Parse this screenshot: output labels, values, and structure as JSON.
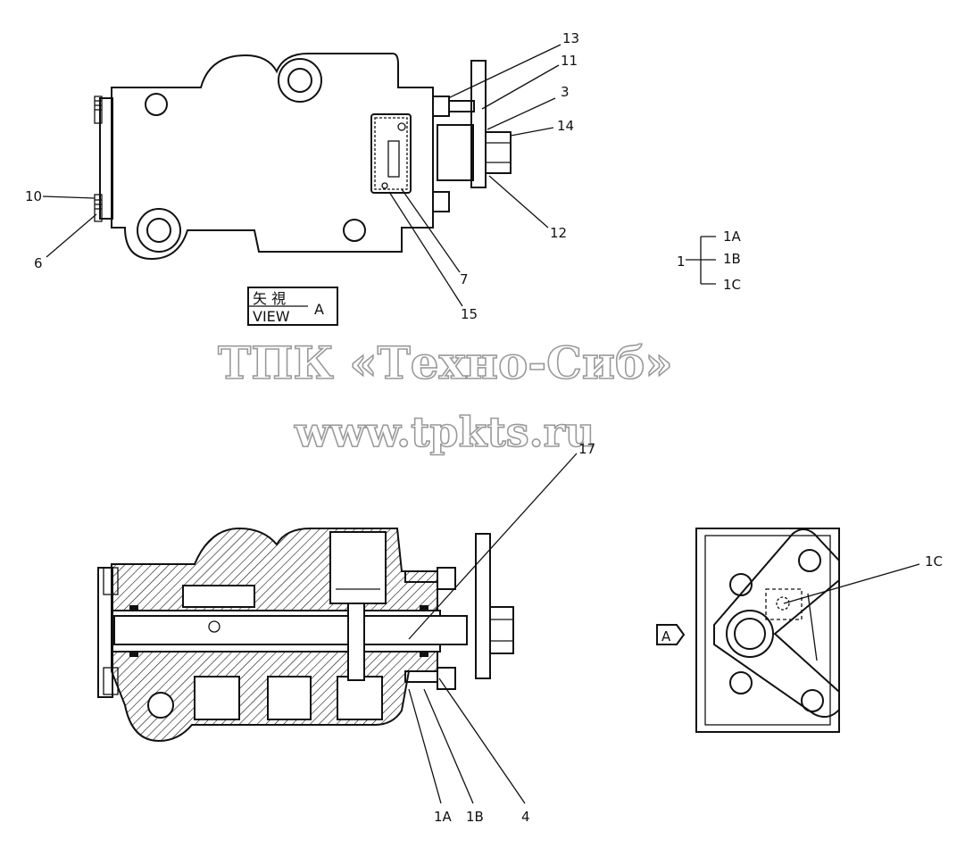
{
  "callouts": {
    "c13": "13",
    "c11": "11",
    "c3": "3",
    "c14": "14",
    "c12": "12",
    "c10": "10",
    "c6": "6",
    "c7": "7",
    "c15": "15",
    "c17": "17",
    "c1C_right": "1C",
    "c1A_bottom": "1A",
    "c1B_bottom": "1B",
    "c4": "4"
  },
  "legend": {
    "parent": "1",
    "items": [
      "1A",
      "1B",
      "1C"
    ]
  },
  "view_label": {
    "kanji": "矢 視",
    "english": "VIEW",
    "letter": "A"
  },
  "view_marker": "A",
  "watermark": {
    "line1": "ТПК «Техно-Сиб»",
    "line2": "www.tpkts.ru"
  }
}
